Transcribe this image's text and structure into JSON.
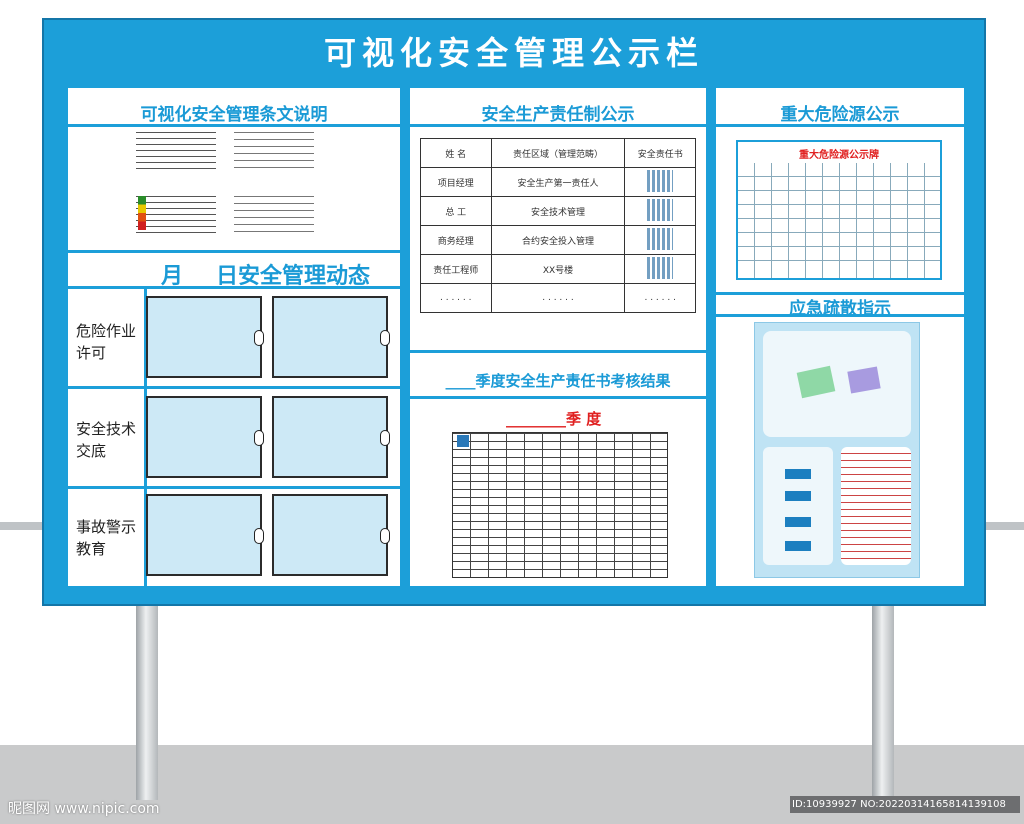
{
  "board": {
    "title": "可视化安全管理公示栏"
  },
  "left": {
    "section1_title": "可视化安全管理条文说明",
    "section2_title": "___月___日安全管理动态",
    "rows": [
      {
        "label": "危险作业许可"
      },
      {
        "label": "安全技术交底"
      },
      {
        "label": "事故警示教育"
      }
    ]
  },
  "middle": {
    "section1_title": "安全生产责任制公示",
    "table": {
      "headers": [
        "姓 名",
        "责任区域（管理范畴）",
        "安全责任书"
      ],
      "rows": [
        [
          "项目经理",
          "安全生产第一责任人"
        ],
        [
          "总 工",
          "安全技术管理"
        ],
        [
          "商务经理",
          "合约安全投入管理"
        ],
        [
          "责任工程师",
          "XX号楼"
        ],
        [
          ". . . . . .",
          ". . . . . .",
          ". . . . . ."
        ]
      ]
    },
    "section2_title": "____季度安全生产责任书考核结果",
    "quarter_label": "________季 度"
  },
  "right": {
    "section1_title": "重大危险源公示",
    "hazard_board_title": "重大危险源公示牌",
    "section2_title": "应急疏散指示"
  },
  "watermark": {
    "left": "昵图网 www.nipic.com",
    "right": "ID:10939927 NO:20220314165814139108"
  },
  "colors": {
    "board_blue": "#1c9fd9",
    "header_text": "#1a9ad6",
    "glass": "#cde9f6",
    "accent_red": "#e02020"
  }
}
